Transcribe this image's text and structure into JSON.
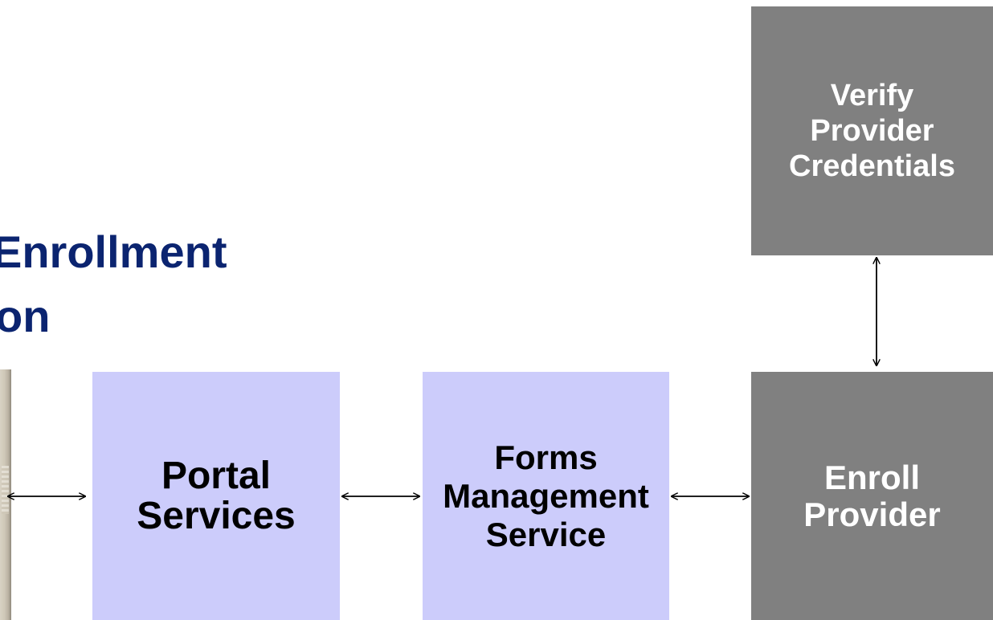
{
  "title": {
    "line1": "Enrollment",
    "line2": "on"
  },
  "boxes": {
    "portal": "Portal\nServices",
    "forms": "Forms\nManagement\nService",
    "enroll": "Enroll\nProvider",
    "verify": "Verify\nProvider\nCredentials"
  },
  "colors": {
    "title": "#0b2470",
    "light_box": "#ccccfb",
    "dark_box": "#808080",
    "arrow": "#000000"
  }
}
